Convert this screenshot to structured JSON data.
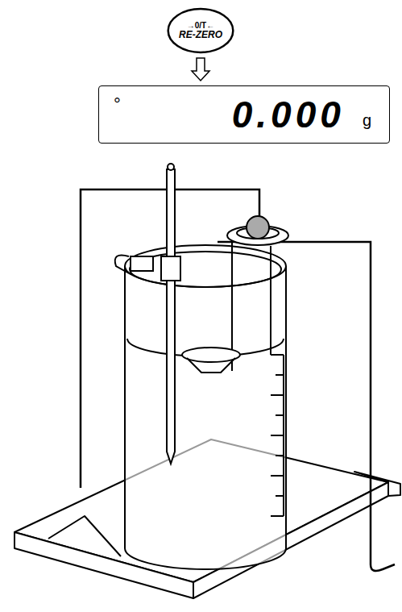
{
  "diagram": {
    "nodes": [
      {
        "text": [
          "→0/T←",
          "RE-ZERO"
        ]
      },
      {
        "text": [
          "°",
          "0.000",
          "g"
        ]
      }
    ],
    "edges": [
      {
        "from": 0,
        "to": 1,
        "arrow": "to"
      }
    ]
  }
}
